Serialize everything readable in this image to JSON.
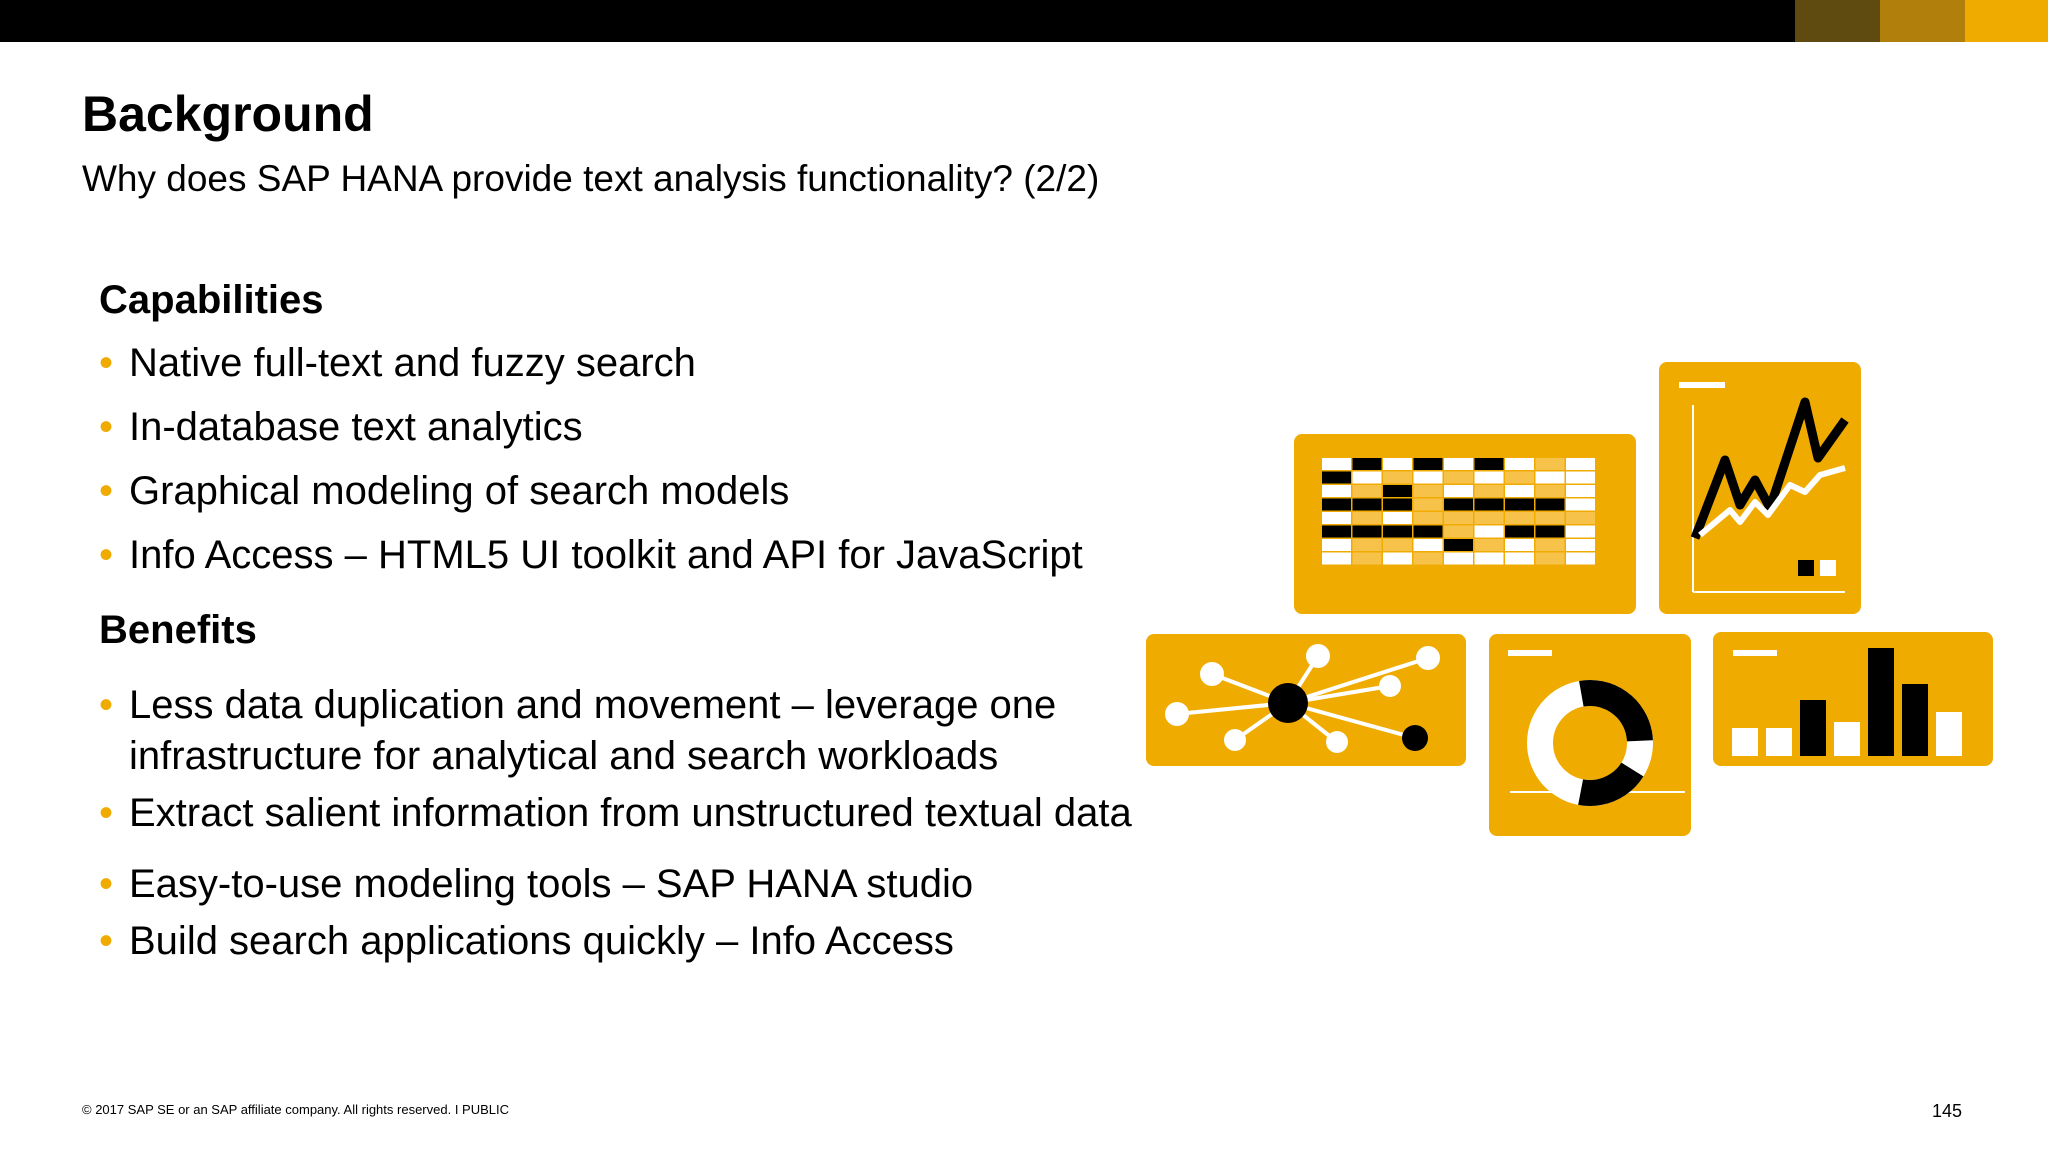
{
  "slide": {
    "title": "Background",
    "subtitle": "Why does SAP HANA provide text analysis functionality? (2/2)"
  },
  "capabilities": {
    "heading": "Capabilities",
    "items": [
      "Native full-text and fuzzy search",
      "In-database text analytics",
      "Graphical modeling of search models",
      "Info Access – HTML5 UI toolkit and API for JavaScript"
    ]
  },
  "benefits": {
    "heading": "Benefits",
    "item0_line1": "Less data duplication and movement – leverage one",
    "item0_line2": "infrastructure for analytical and search workloads",
    "items": [
      "",
      "Extract salient information from unstructured textual data",
      "Easy-to-use modeling tools – SAP HANA studio",
      "Build search applications quickly – Info Access"
    ]
  },
  "bullet_glyph": "•",
  "footer": {
    "copyright": "© 2017 SAP SE or an SAP affiliate company. All rights reserved.  I   PUBLIC",
    "page_number": "145"
  },
  "colors": {
    "accent": "#f0ab00",
    "bar_dark": "#5f4a10",
    "bar_mid": "#b07f0c",
    "black": "#000000"
  },
  "illustration_icons": [
    "table-grid-icon",
    "line-chart-icon",
    "network-graph-icon",
    "donut-chart-icon",
    "bar-chart-icon"
  ]
}
